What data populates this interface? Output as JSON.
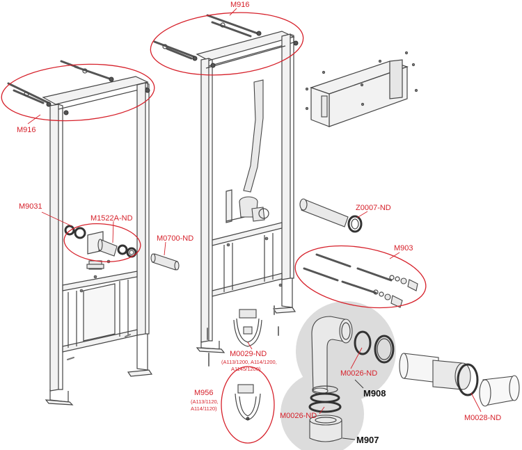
{
  "labels": {
    "m916_top": "M916",
    "m916_left": "M916",
    "m9031": "M9031",
    "m1522a_nd": "M1522A-ND",
    "m0700_nd": "M0700-ND",
    "z0007_nd": "Z0007-ND",
    "m903": "M903",
    "m0029_nd": "M0029-ND",
    "m0029_nd_note_1": "(A113/1200, A114/1200,",
    "m0029_nd_note_2": "A1145/1200)",
    "m956": "M956",
    "m956_note_1": "(A113/1120,",
    "m956_note_2": "A114/1120)",
    "m0026_nd_upper": "M0026-ND",
    "m908": "M908",
    "m0026_nd_lower": "M0026-ND",
    "m907": "M907",
    "m0028_nd": "M0028-ND"
  },
  "colors": {
    "callout": "#d6202a",
    "line": "#444444",
    "highlight_zone": "#dcdcdc"
  }
}
